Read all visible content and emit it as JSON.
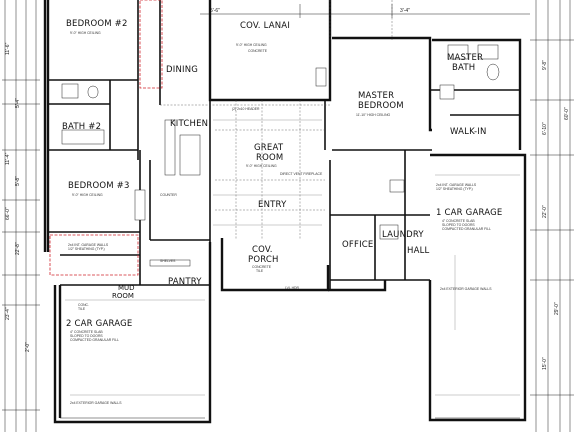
{
  "rooms": {
    "bedroom2": "BEDROOM #2",
    "dining": "DINING",
    "cov_lanai": "COV. LANAI",
    "master_bath_line1": "MASTER",
    "master_bath_line2": "BATH",
    "master_bedroom_line1": "MASTER",
    "master_bedroom_line2": "BEDROOM",
    "bath2": "BATH #2",
    "kitchen": "KITCHEN",
    "walk_in": "WALK-IN",
    "great_room_line1": "GREAT",
    "great_room_line2": "ROOM",
    "bedroom3": "BEDROOM #3",
    "entry": "ENTRY",
    "garage1": "1 CAR GARAGE",
    "cov_porch_line1": "COV.",
    "cov_porch_line2": "PORCH",
    "office": "OFFICE",
    "laundry": "LAUNDRY",
    "hall": "HALL",
    "pantry": "PANTRY",
    "mud_room_line1": "MUD",
    "mud_room_line2": "ROOM",
    "garage2": "2 CAR GARAGE"
  },
  "notes": {
    "lanai_ceiling": "9'-0\" HIGH CEILING",
    "master_ceiling": "11'-10\" HIGH CEILING",
    "great_ceiling": "9'-0\" HIGH CEILING",
    "bed2_ceiling": "9'-0\" HIGH CEILING",
    "bed3_ceiling": "9'-0\" HIGH CEILING",
    "lanai_conc": "CONCRETE",
    "porch_conc": "CONCRETE",
    "porch_tile": "TILE",
    "garage2_slab_1": "4\" CONCRETE SLAB",
    "garage2_slab_2": "SLOPED TO DOORS",
    "garage2_slab_3": "COMPACTED GRANULAR FILL",
    "garage1_slab_1": "4\" CONCRETE SLAB",
    "garage1_slab_2": "SLOPED TO DOORS",
    "garage1_slab_3": "COMPACTED GRANULAR FILL",
    "garage_walls": "2x4 INT. GARAGE WALLS",
    "garage_sheathing": "1/2\" SHEATHING (TYP.)",
    "ext_garage_walls": "2x4 EXTERIOR GARAGE WALLS",
    "header": "(2) 2x10 HEADER",
    "fireplace": "DIRECT VENT FIREPLACE",
    "counter": "COUNTER",
    "shelves": "SHELVES",
    "conc": "CONC.",
    "tile": "TILE",
    "lvl_hdr": "LVL HDR"
  },
  "dimensions": {
    "left_1": "11'-6\"",
    "left_2": "5'-4\"",
    "left_3": "11'-4\"",
    "left_4": "5'-8\"",
    "left_5": "66'-0\"",
    "left_6": "22'-8\"",
    "left_7": "23'-4\"",
    "left_8": "2'-0\"",
    "right_1": "9'-8\"",
    "right_2": "6'-10\"",
    "right_3": "22'-0\"",
    "right_4": "29'-0\"",
    "right_5": "15'-0\"",
    "right_6": "60'-0\"",
    "top_1": "5'-6\"",
    "top_2": "3'-4\""
  }
}
